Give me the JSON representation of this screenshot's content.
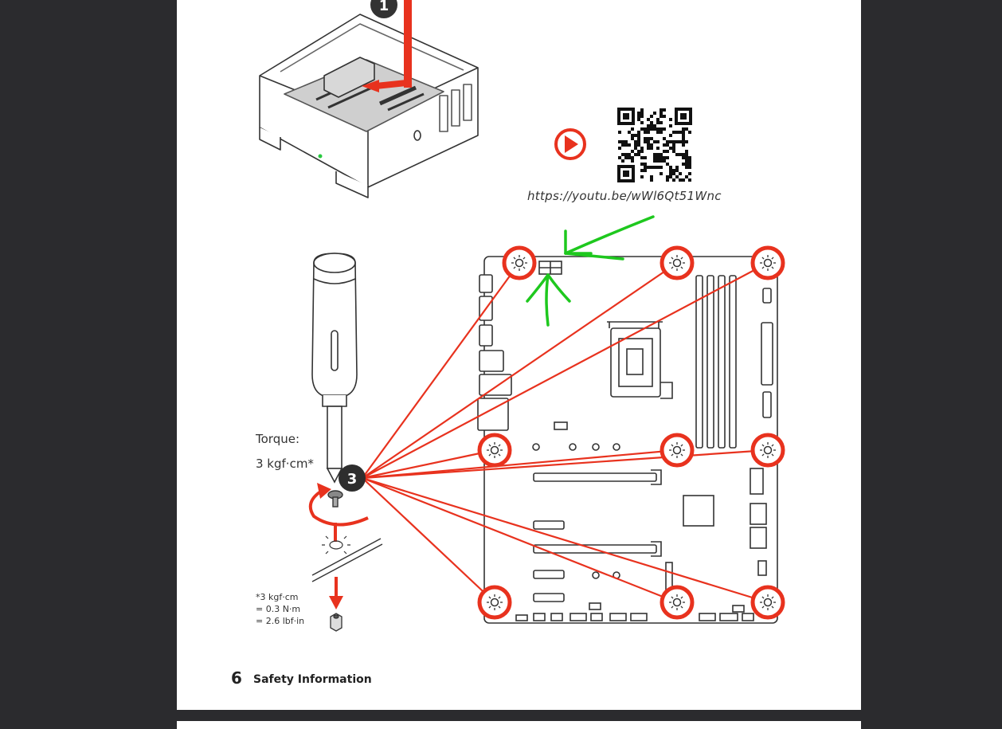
{
  "document": {
    "video_url": "https://youtu.be/wWl6Qt51Wnc",
    "torque_label": "Torque:",
    "torque_value": "3 kgf·cm*",
    "conversion": [
      "*3 kgf·cm",
      "= 0.3 N·m",
      "= 2.6 lbf·in"
    ],
    "page_number": "6",
    "section_title": "Safety Information",
    "step_badges": [
      "1",
      "3"
    ]
  },
  "colors": {
    "accent_red": "#e8321e",
    "annotation_green": "#1ec81e",
    "viewer_background": "#2b2b2e"
  },
  "icons": [
    "play-icon",
    "qr-code",
    "screwdriver-icon",
    "screw-icon",
    "standoff-icon"
  ]
}
